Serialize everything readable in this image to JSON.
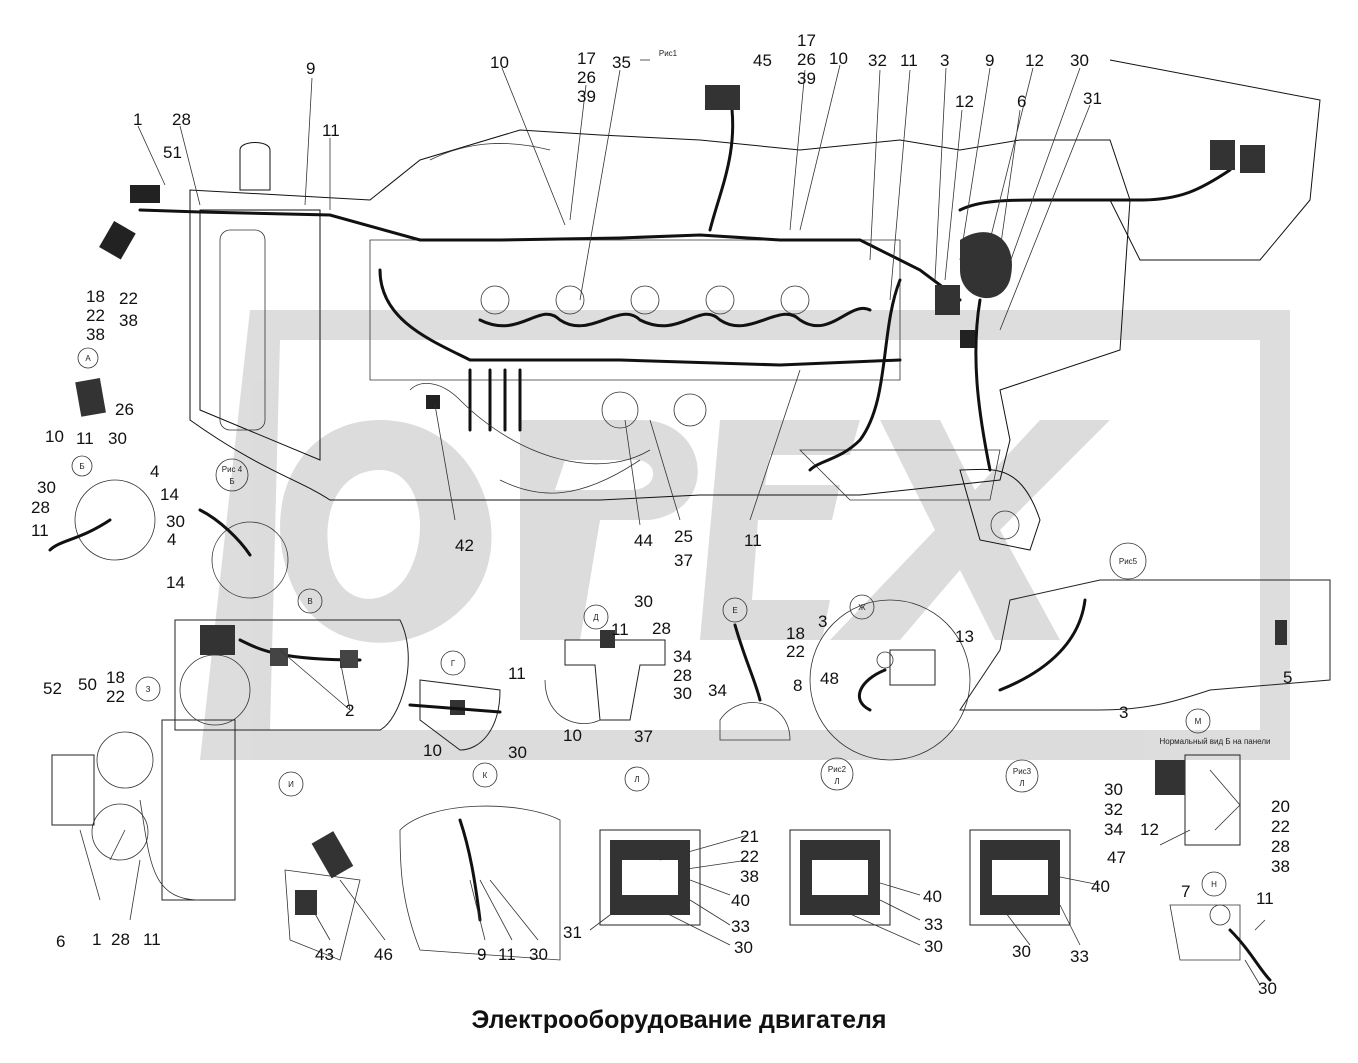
{
  "caption": "Электрооборудование двигателя",
  "watermark": "OPEX",
  "fig_labels": {
    "ris1": "Рис1",
    "ris2": "Рис2",
    "ris3": "Рис3",
    "ris4": "Рис 4",
    "ris5": "Рис5",
    "a": "А",
    "b": "Б",
    "v": "В",
    "g": "Г",
    "d": "Д",
    "e": "Е",
    "zh": "Ж",
    "z": "З",
    "i": "И",
    "k": "К",
    "l": "Л",
    "m": "М",
    "n": "Н"
  },
  "callouts": {
    "c1": "1",
    "c28a": "28",
    "c51": "51",
    "c9a": "9",
    "c11a": "11",
    "c10a": "10",
    "c17a": "17",
    "c26a": "26",
    "c39a": "39",
    "c35": "35",
    "c45": "45",
    "c17b": "17",
    "c26b": "26",
    "c39b": "39",
    "c10b": "10",
    "c32a": "32",
    "c11b": "11",
    "c3a": "3",
    "c9b": "9",
    "c12a": "12",
    "c30a": "30",
    "c12b": "12",
    "c6a": "6",
    "c31a": "31",
    "c18a": "18",
    "c22a": "22",
    "c38a": "38",
    "c22b": "22",
    "c38b": "38",
    "c10c": "10",
    "c11c": "11",
    "c30b": "30",
    "c26c": "26",
    "c4a": "4",
    "c14a": "14",
    "c30c": "30",
    "c28b": "28",
    "c11d": "11",
    "c30d": "30",
    "c4b": "4",
    "c14b": "14",
    "c42": "42",
    "c44": "44",
    "c25": "25",
    "c37a": "37",
    "c11e": "11",
    "c2": "2",
    "c11f": "11",
    "c10d": "10",
    "c30e": "30",
    "c11g": "11",
    "c30f": "30",
    "c28c": "28",
    "c10e": "10",
    "c37b": "37",
    "c34a": "34",
    "c28d": "28",
    "c30g": "30",
    "c34b": "34",
    "c3b": "3",
    "c18b": "18",
    "c22c": "22",
    "c48": "48",
    "c8": "8",
    "c13": "13",
    "c5": "5",
    "c3c": "3",
    "c52": "52",
    "c50": "50",
    "c18c": "18",
    "c22d": "22",
    "c6b": "6",
    "c1b": "1",
    "c28e": "28",
    "c11h": "11",
    "c43": "43",
    "c46": "46",
    "c9c": "9",
    "c11i": "11",
    "c30h": "30",
    "c21": "21",
    "c22e": "22",
    "c38c": "38",
    "c40a": "40",
    "c33a": "33",
    "c30i": "30",
    "c31b": "31",
    "c40b": "40",
    "c33b": "33",
    "c30j": "30",
    "c40c": "40",
    "c30k": "30",
    "c33c": "33",
    "c30l": "30",
    "c32b": "32",
    "c34c": "34",
    "c12c": "12",
    "c47": "47",
    "c20": "20",
    "c22f": "22",
    "c28f": "28",
    "c38d": "38",
    "c7": "7",
    "c11j": "11",
    "c30m": "30"
  },
  "notes": {
    "m_note": "Нормальный вид Б на панели"
  }
}
